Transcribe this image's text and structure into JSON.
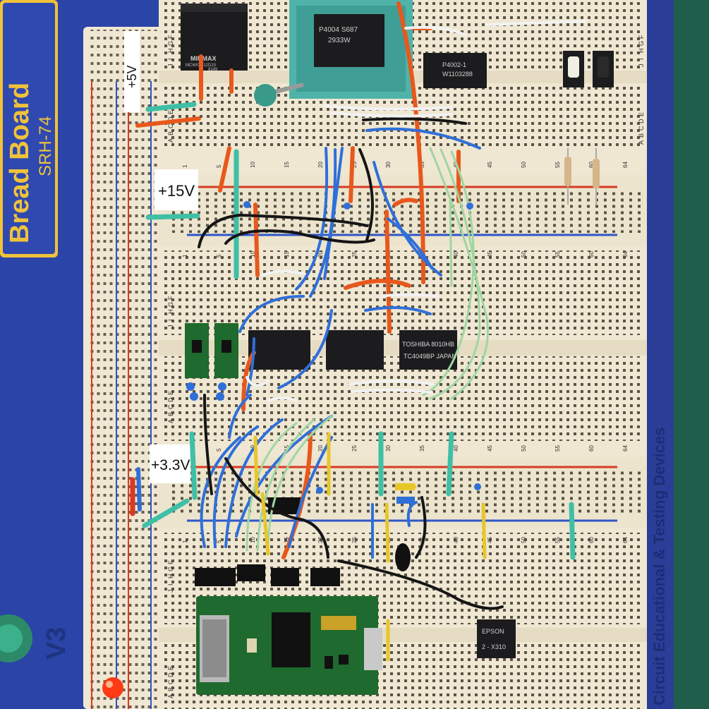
{
  "brand": {
    "name": "Bread Board",
    "model": "SRH-74",
    "side_text": "Circuit Educational & Testing Devices",
    "version": "V3"
  },
  "rail_labels": {
    "v5": "+5V",
    "v15": "+15V",
    "v33": "+3.3V"
  },
  "chips": {
    "dcdc": {
      "line1": "MINMAX",
      "line2": "MCWI03-12D15",
      "line3": "8149"
    },
    "zif": {
      "line1": "P4004 S687",
      "line2": "2933W"
    },
    "p4002": {
      "line1": "P4002-1",
      "line2": "W1103288"
    },
    "ic_a": {
      "line1": "",
      "line2": ""
    },
    "ic_b": {
      "line1": "",
      "line2": ""
    },
    "toshiba": {
      "line1": "TOSHIBA  8010HB",
      "line2": "TC4049BP JAPAN"
    },
    "epson": {
      "line1": "EPSON",
      "line2": "2 - X310"
    }
  },
  "row_letters": {
    "upper": [
      "J",
      "I",
      "H",
      "G",
      "F"
    ],
    "lower": [
      "E",
      "D",
      "C",
      "B",
      "A"
    ]
  },
  "column_numbers": [
    "1",
    "5",
    "10",
    "15",
    "20",
    "25",
    "30",
    "35",
    "40",
    "45",
    "50",
    "55",
    "60",
    "64"
  ],
  "colors": {
    "board_blue": "#2b44a8",
    "board_cream": "#f1ead6",
    "rail_red": "#d83a22",
    "rail_blue": "#2f56c8",
    "wire_orange": "#e8581c",
    "wire_blue": "#2f6fd8",
    "wire_teal": "#3fbfa6",
    "wire_green_light": "#9fd6a2",
    "wire_black": "#151515",
    "wire_white": "#f2f2f2",
    "wire_yellow": "#e7c62a",
    "chip_black": "#1c1c1e",
    "pcb_green": "#1f6a2e"
  }
}
